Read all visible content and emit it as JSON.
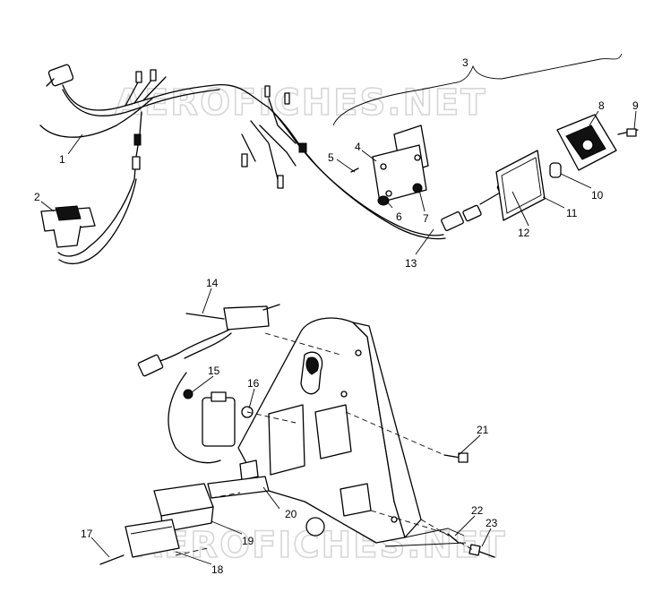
{
  "watermark": "AEROFICHES.NET",
  "callouts": [
    "1",
    "2",
    "3",
    "4",
    "5",
    "6",
    "7",
    "8",
    "9",
    "10",
    "11",
    "12",
    "13",
    "14",
    "15",
    "16",
    "17",
    "18",
    "19",
    "20",
    "21",
    "22",
    "23"
  ]
}
